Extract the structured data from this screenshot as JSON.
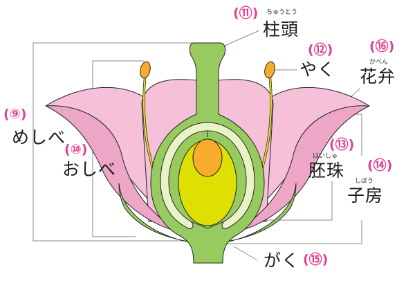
{
  "title": "Flower cross-section",
  "colors": {
    "petal_light": "#f5c0d8",
    "petal_dark": "#eea6c6",
    "green": "#97cb60",
    "pale_green": "#e8f3c6",
    "ovule_body": "#dde000",
    "ovule_core": "#f7ac2c",
    "stamen": "#f2e70f",
    "anther": "#f7ac2c",
    "number_pink": "#e23f8f",
    "leader_line": "#8a8a8a"
  },
  "labels": {
    "stigma": {
      "number": "⑪",
      "term": "柱頭",
      "reading": "ちゅうとう"
    },
    "anther": {
      "number": "⑫",
      "term": "やく",
      "reading": ""
    },
    "petal": {
      "number": "⑯",
      "term": "花弁",
      "reading": "かべん"
    },
    "pistil": {
      "number": "⑨",
      "term": "めしべ",
      "reading": ""
    },
    "stamen": {
      "number": "⑩",
      "term": "おしべ",
      "reading": ""
    },
    "ovule": {
      "number": "⑬",
      "term": "胚珠",
      "reading": "はいしゅ"
    },
    "ovary": {
      "number": "⑭",
      "term": "子房",
      "reading": "しぼう"
    },
    "sepal": {
      "number": "⑮",
      "term": "がく",
      "reading": ""
    }
  }
}
